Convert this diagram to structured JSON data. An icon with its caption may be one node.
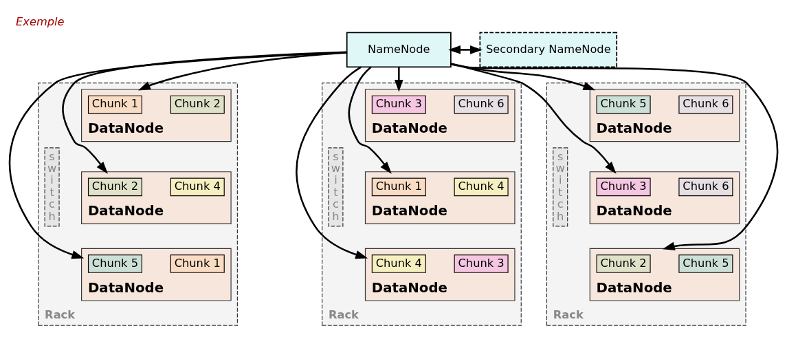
{
  "diagram": {
    "title": "Exemple",
    "nodes": [
      {
        "text": [
          "NameNode"
        ]
      },
      {
        "text": [
          "Secondary NameNode"
        ]
      },
      {
        "text": [
          "Rack"
        ]
      },
      {
        "text": [
          "switch"
        ],
        "in": 2
      },
      {
        "text": [
          "DataNode"
        ],
        "in": 2
      },
      {
        "text": [
          "Chunk 1"
        ],
        "in": 4
      },
      {
        "text": [
          "Chunk 2"
        ],
        "in": 4
      },
      {
        "text": [
          "DataNode"
        ],
        "in": 2
      },
      {
        "text": [
          "Chunk 2"
        ],
        "in": 7
      },
      {
        "text": [
          "Chunk 4"
        ],
        "in": 7
      },
      {
        "text": [
          "DataNode"
        ],
        "in": 2
      },
      {
        "text": [
          "Chunk 5"
        ],
        "in": 10
      },
      {
        "text": [
          "Chunk 1"
        ],
        "in": 10
      },
      {
        "text": [
          "Rack"
        ]
      },
      {
        "text": [
          "switch"
        ],
        "in": 13
      },
      {
        "text": [
          "DataNode"
        ],
        "in": 13
      },
      {
        "text": [
          "Chunk 3"
        ],
        "in": 15
      },
      {
        "text": [
          "Chunk 6"
        ],
        "in": 15
      },
      {
        "text": [
          "DataNode"
        ],
        "in": 13
      },
      {
        "text": [
          "Chunk 1"
        ],
        "in": 18
      },
      {
        "text": [
          "Chunk 4"
        ],
        "in": 18
      },
      {
        "text": [
          "DataNode"
        ],
        "in": 13
      },
      {
        "text": [
          "Chunk 4"
        ],
        "in": 21
      },
      {
        "text": [
          "Chunk 3"
        ],
        "in": 21
      },
      {
        "text": [
          "Rack"
        ]
      },
      {
        "text": [
          "switch"
        ],
        "in": 24
      },
      {
        "text": [
          "DataNode"
        ],
        "in": 24
      },
      {
        "text": [
          "Chunk 5"
        ],
        "in": 26
      },
      {
        "text": [
          "Chunk 6"
        ],
        "in": 26
      },
      {
        "text": [
          "DataNode"
        ],
        "in": 24
      },
      {
        "text": [
          "Chunk 3"
        ],
        "in": 29
      },
      {
        "text": [
          "Chunk 6"
        ],
        "in": 29
      },
      {
        "text": [
          "DataNode"
        ],
        "in": 24
      },
      {
        "text": [
          "Chunk 2"
        ],
        "in": 32
      },
      {
        "text": [
          "Chunk 5"
        ],
        "in": 32
      }
    ],
    "edges": [
      {
        "from": 0,
        "to": 1,
        "arrow": "both"
      },
      {
        "from": 0,
        "to": 4,
        "arrow": "to"
      },
      {
        "from": 0,
        "to": 7,
        "arrow": "to"
      },
      {
        "from": 0,
        "to": 10,
        "arrow": "to"
      },
      {
        "from": 0,
        "to": 15,
        "arrow": "to"
      },
      {
        "from": 0,
        "to": 18,
        "arrow": "to"
      },
      {
        "from": 0,
        "to": 21,
        "arrow": "to"
      },
      {
        "from": 0,
        "to": 26,
        "arrow": "to"
      },
      {
        "from": 0,
        "to": 29,
        "arrow": "to"
      },
      {
        "from": 0,
        "to": 32,
        "arrow": "to"
      }
    ]
  }
}
